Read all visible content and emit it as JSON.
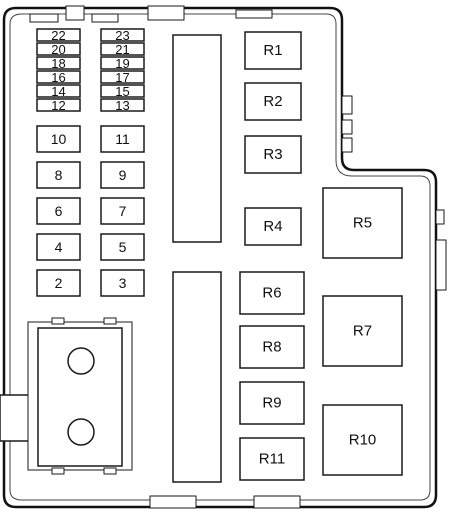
{
  "fuses": {
    "small_left": [
      "22",
      "20",
      "18",
      "16",
      "14",
      "12"
    ],
    "small_right": [
      "23",
      "21",
      "19",
      "17",
      "15",
      "13"
    ],
    "f10": "10",
    "f11": "11",
    "f8": "8",
    "f9": "9",
    "f6": "6",
    "f7": "7",
    "f4": "4",
    "f5": "5",
    "f2": "2",
    "f3": "3"
  },
  "relays": {
    "r1": "R1",
    "r2": "R2",
    "r3": "R3",
    "r4": "R4",
    "r5": "R5",
    "r6": "R6",
    "r7": "R7",
    "r8": "R8",
    "r9": "R9",
    "r10": "R10",
    "r11": "R11"
  }
}
